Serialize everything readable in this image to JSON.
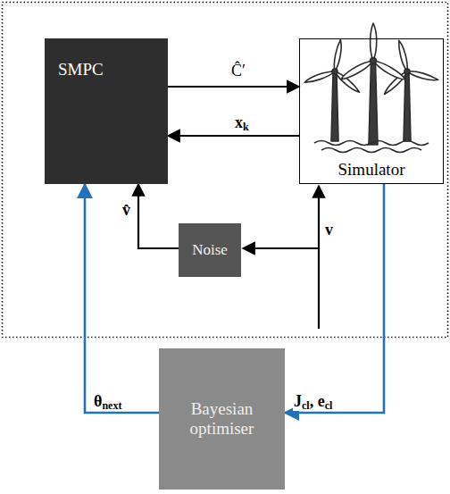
{
  "diagram": {
    "nodes": [
      {
        "text": [
          "SMPC"
        ]
      },
      {
        "text": [
          "Simulator"
        ]
      },
      {
        "text": [
          "Noise"
        ]
      },
      {
        "text": [
          "Bayesian optimiser"
        ]
      }
    ],
    "edges": [
      {
        "from": 0,
        "to": 1,
        "arrow": "to",
        "label": "Ĉ′"
      },
      {
        "from": 1,
        "to": 0,
        "arrow": "to",
        "label": "xk"
      },
      {
        "from": 2,
        "to": 0,
        "arrow": "to",
        "label": "v̂"
      },
      {
        "from": 1,
        "to": 3,
        "arrow": "to",
        "label": "Jcl, ecl"
      },
      {
        "from": 3,
        "to": 0,
        "arrow": "to",
        "label": "θnext"
      }
    ],
    "labels": [
      "v"
    ]
  }
}
